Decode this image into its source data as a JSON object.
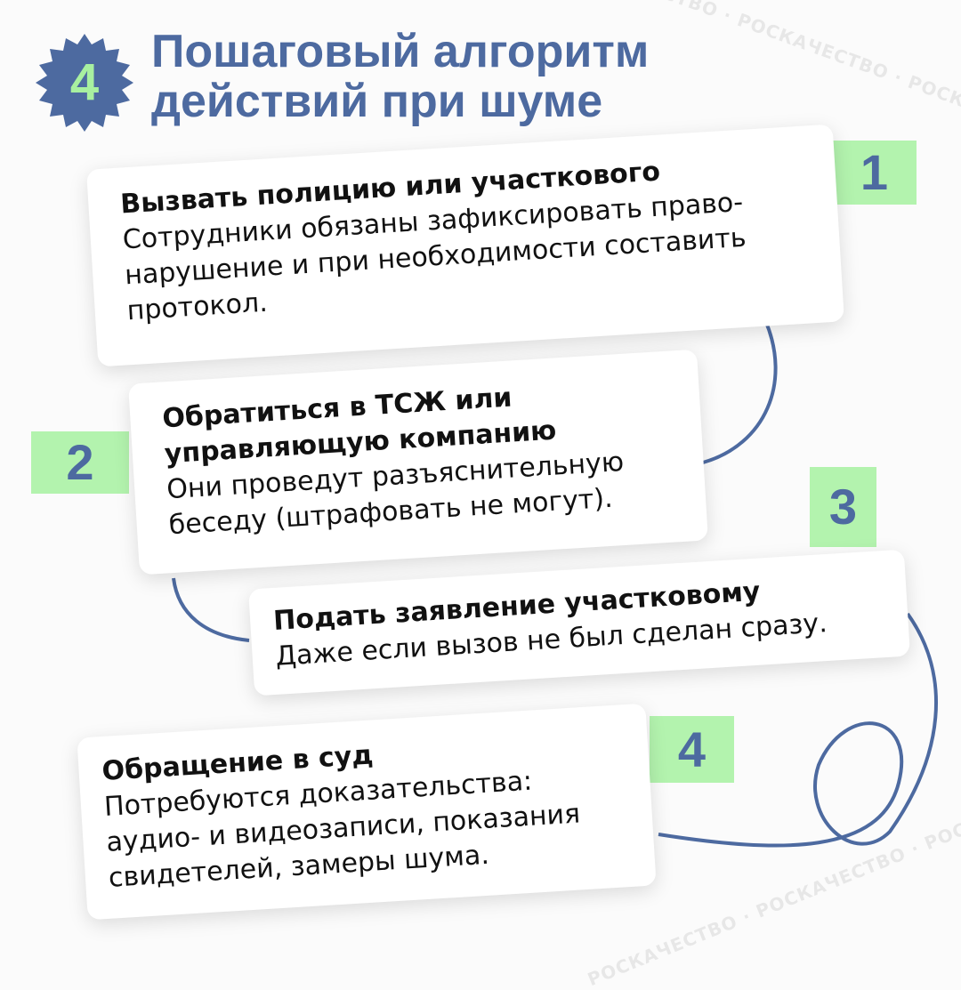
{
  "watermark": "РОСКАЧЕСТВО · РОСКАЧЕСТВО · РОСКАЧЕСТВО",
  "badge_number": "4",
  "title_line1": "Пошаговый алгоритм",
  "title_line2": "действий при шуме",
  "colors": {
    "accent_blue": "#4d6aa0",
    "accent_green": "#b3f3ae"
  },
  "steps": [
    {
      "number": "1",
      "heading": "Вызвать полицию или участкового",
      "text": "Сотрудники обязаны зафиксировать право-нарушение и при необходимости составить протокол."
    },
    {
      "number": "2",
      "heading": "Обратиться в ТСЖ или управляющую компанию",
      "text": "Они проведут разъяснительную беседу (штрафовать не могут)."
    },
    {
      "number": "3",
      "heading": "Подать заявление участковому",
      "text": "Даже если вызов не был сделан сразу."
    },
    {
      "number": "4",
      "heading": "Обращение в суд",
      "text": "Потребуются доказательства: аудио- и видеозаписи, показания свидетелей, замеры шума."
    }
  ]
}
